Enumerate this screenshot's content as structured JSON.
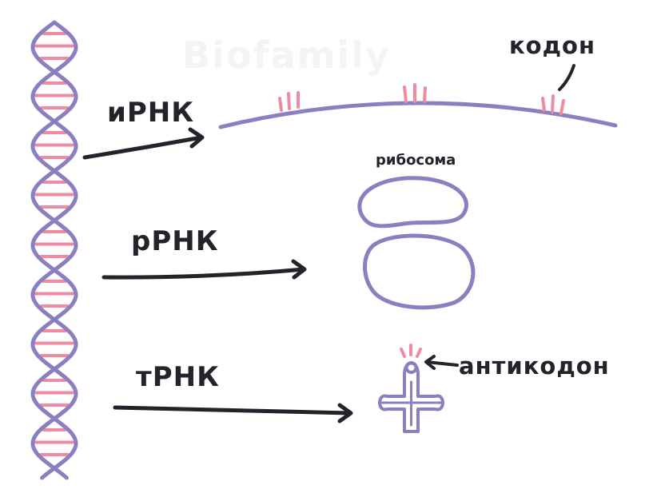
{
  "labels": {
    "mrna": "иРНК",
    "rrna": "рРНК",
    "trna": "тРНК",
    "codon": "кодон",
    "ribosome": "рибосома",
    "anticodon": "антикодон",
    "watermark": "Biofamily"
  },
  "colors": {
    "strand": "#8b7fc0",
    "base": "#f08aa2",
    "arrow": "#23242b",
    "text": "#23242b"
  }
}
